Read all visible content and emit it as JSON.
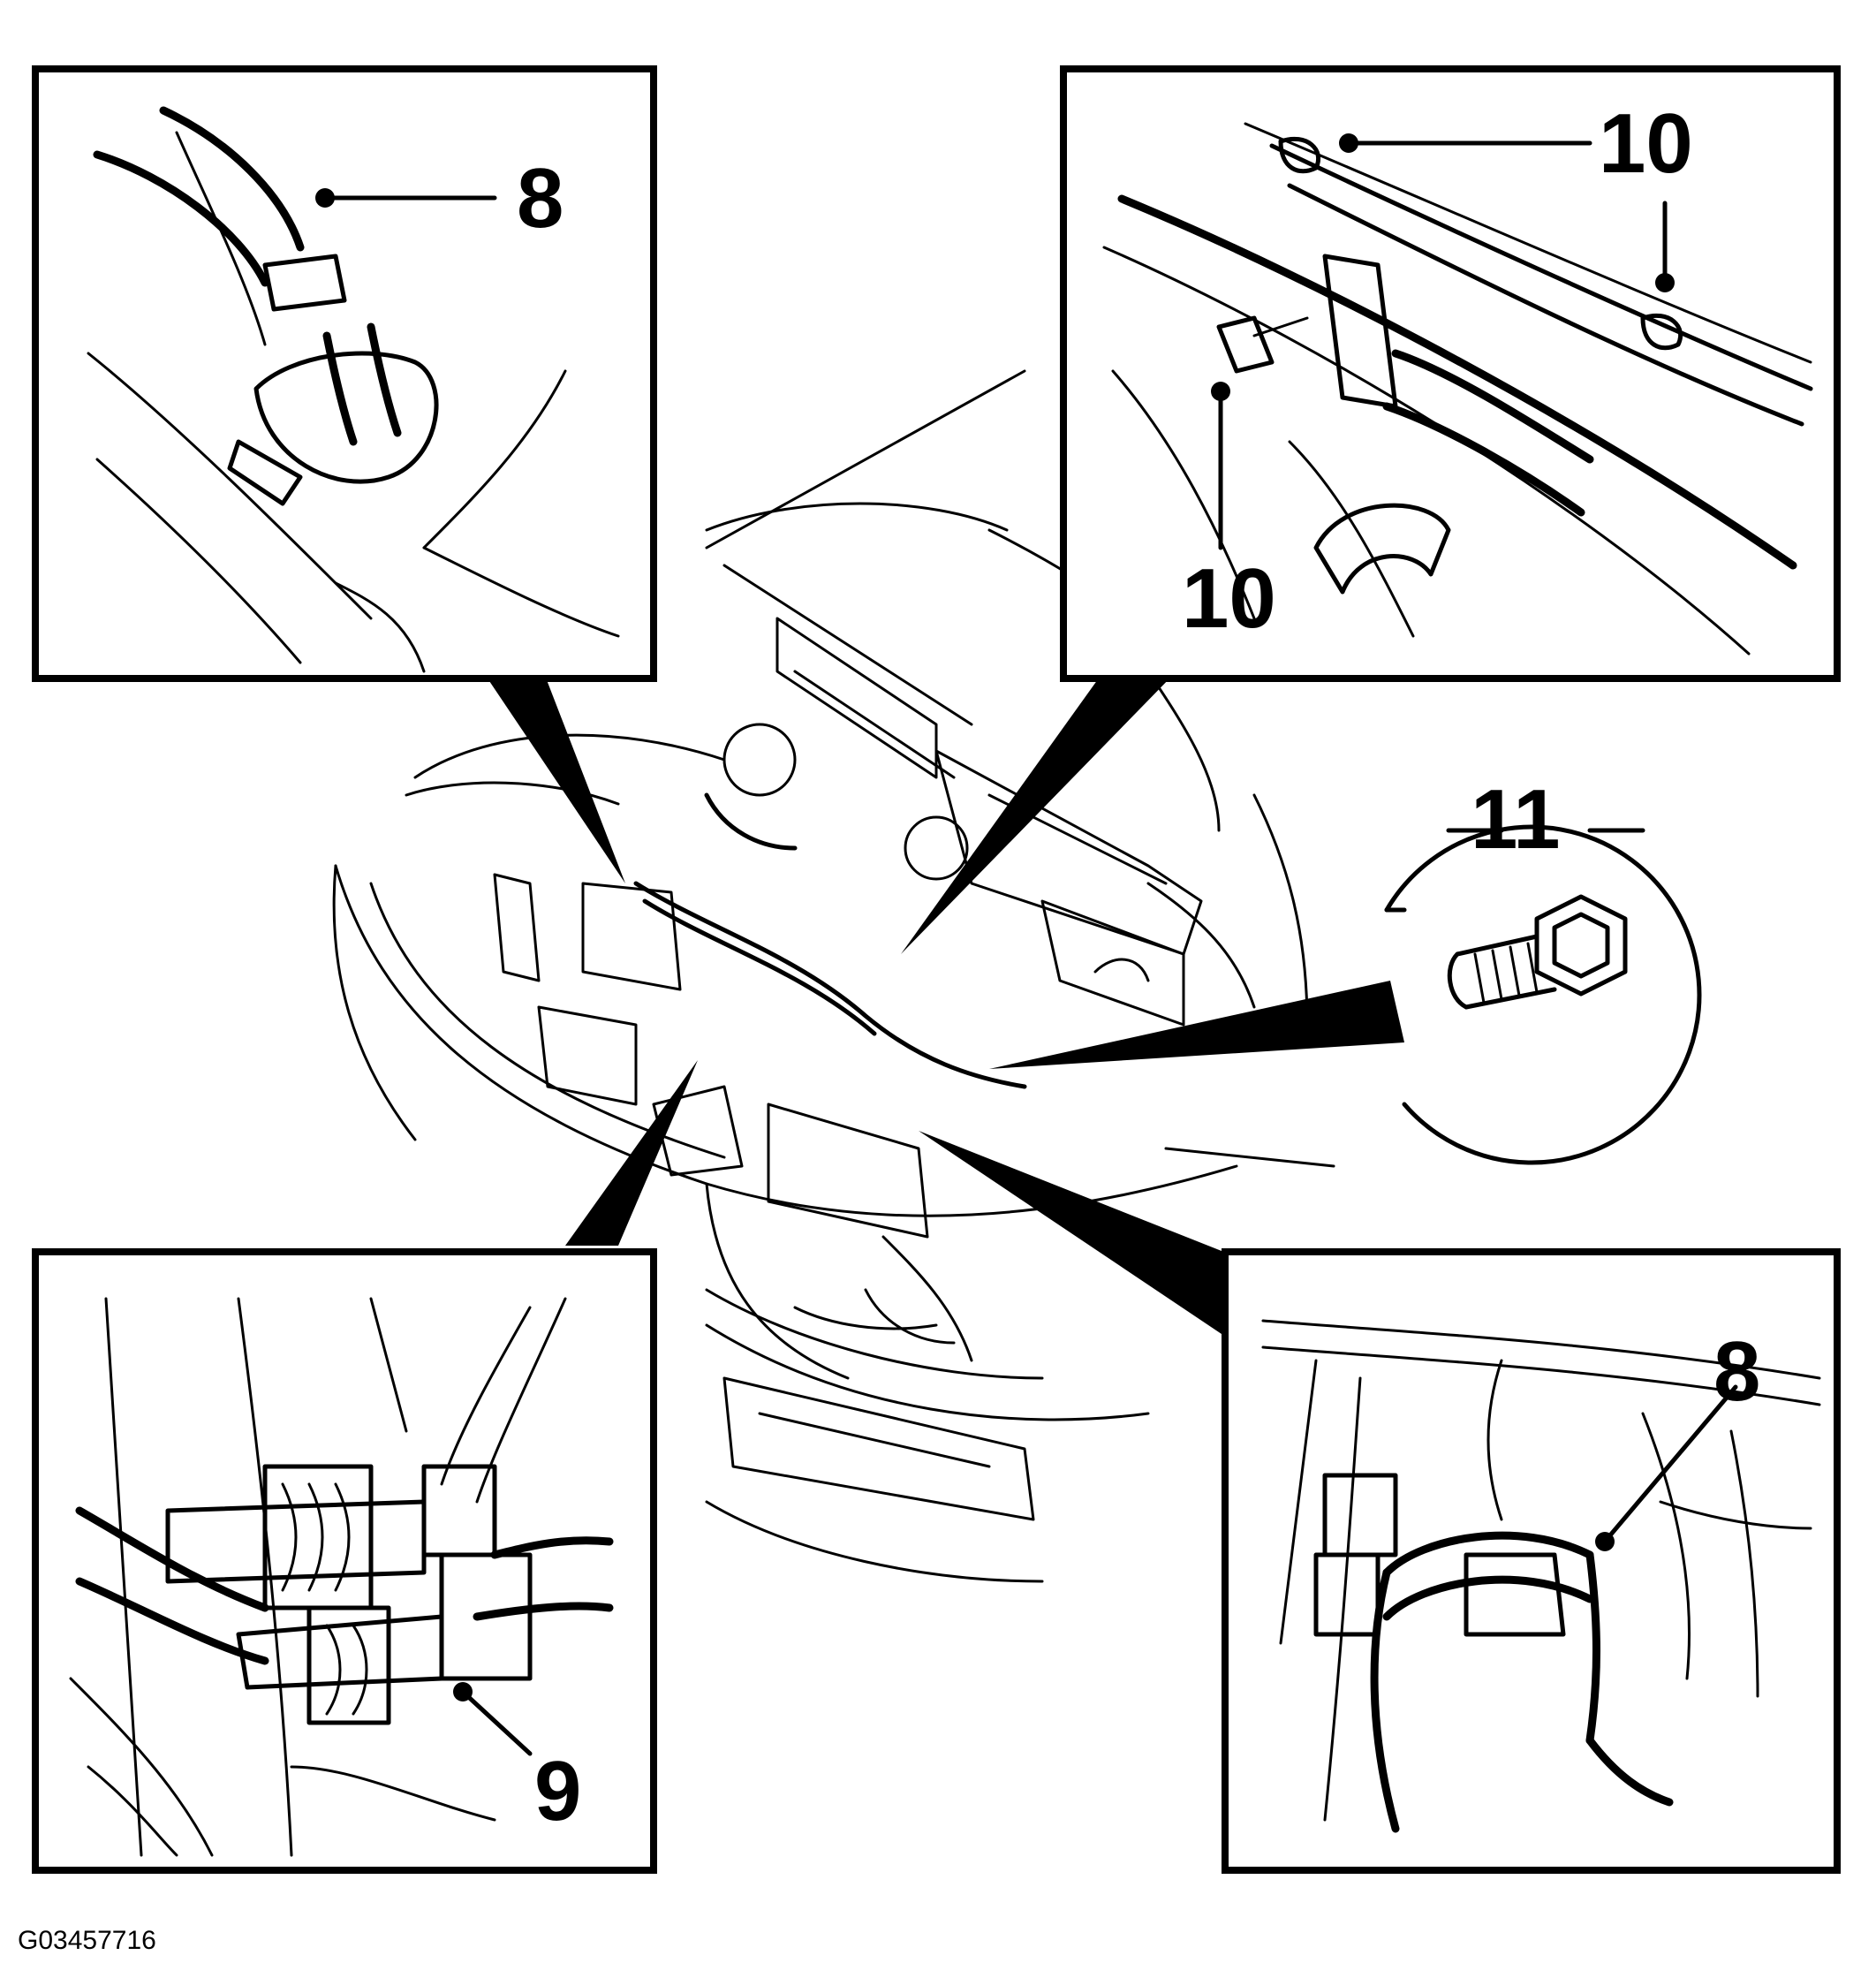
{
  "figure_id": "G03457716",
  "callouts": {
    "top_left": [
      "8"
    ],
    "top_right": [
      "10",
      "10"
    ],
    "middle_right": [
      "11"
    ],
    "bottom_left": [
      "9"
    ],
    "bottom_right": [
      "8"
    ]
  }
}
